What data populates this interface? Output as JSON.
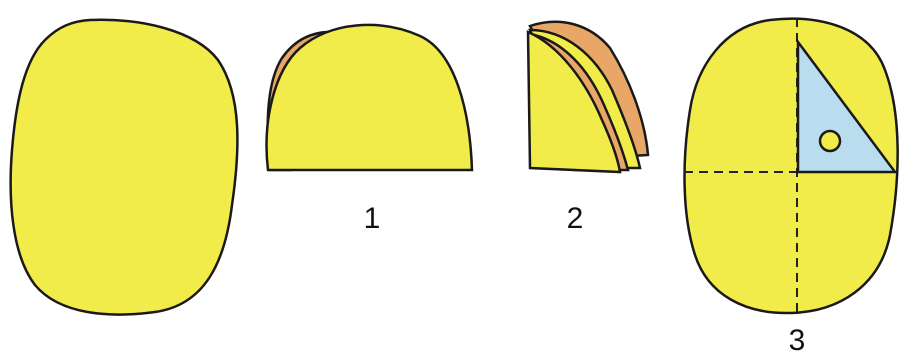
{
  "figure": {
    "step_labels": [
      "1",
      "2",
      "3"
    ]
  },
  "colors": {
    "paper": "#f2ec4a",
    "paper_back": "#e8a766",
    "outline": "#1a1a1a",
    "fold_line": "#222222",
    "set_square": "#b9dcef",
    "hole": "#f2ec4a"
  }
}
